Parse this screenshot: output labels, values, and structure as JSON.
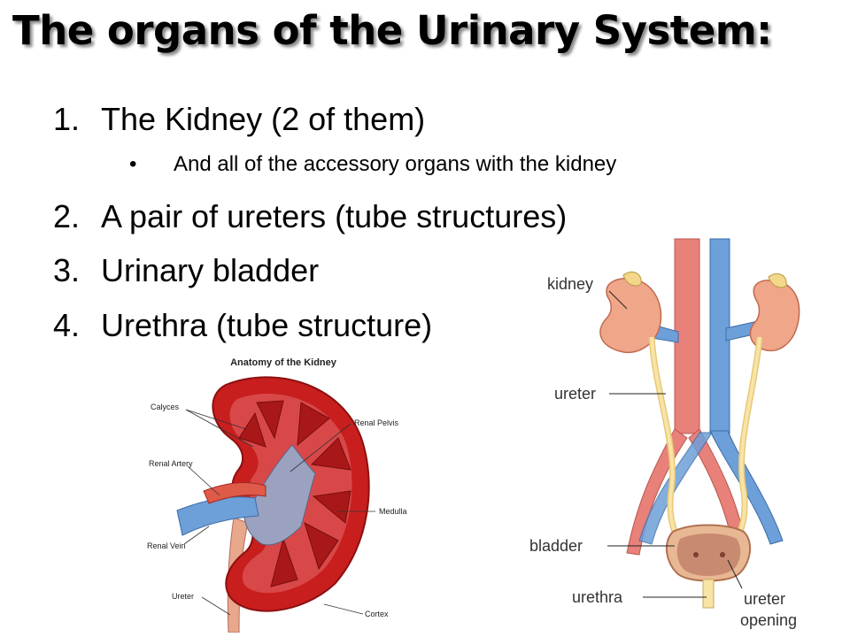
{
  "slide": {
    "title": "The organs of the Urinary System:",
    "list": [
      {
        "number": "1.",
        "text": "The Kidney (2 of them)"
      },
      {
        "number": "2.",
        "text": "A pair of ureters (tube structures)"
      },
      {
        "number": "3.",
        "text": "Urinary bladder"
      },
      {
        "number": "4.",
        "text": "Urethra (tube structure)"
      }
    ],
    "sub_bullet": {
      "marker": "•",
      "text": "And all of the accessory organs with the kidney"
    }
  },
  "kidney_figure": {
    "title": "Anatomy of the Kidney",
    "labels": {
      "calyces": "Calyces",
      "renal_pelvis": "Renal Pelvis",
      "renal_artery": "Renal Artery",
      "medulla": "Medulla",
      "renal_vein": "Renal Vein",
      "ureter": "Ureter",
      "cortex": "Cortex"
    }
  },
  "urinary_figure": {
    "labels": {
      "kidney": "kidney",
      "ureter": "ureter",
      "bladder": "bladder",
      "urethra": "urethra",
      "ureter_opening_1": "ureter",
      "ureter_opening_2": "opening"
    }
  },
  "colors": {
    "artery": "#e8817a",
    "vein": "#6d9fd8",
    "kidney_red": "#c81e1e",
    "kidney_tan": "#f0a688",
    "ureter_yellow": "#f8e4a6"
  }
}
